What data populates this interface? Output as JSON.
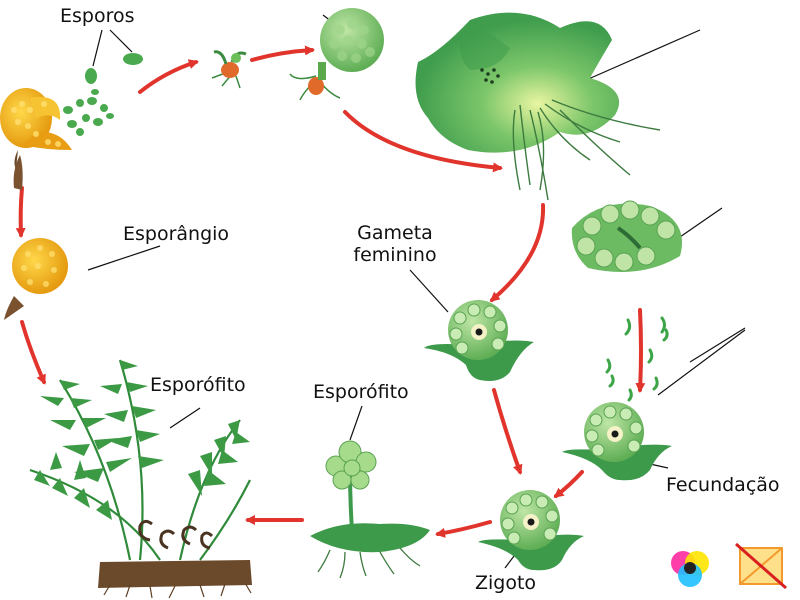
{
  "labels": {
    "esporos": "Esporos",
    "esporangio": "Esporângio",
    "gameta_feminino_1": "Gameta",
    "gameta_feminino_2": "feminino",
    "esporofito_adulto": "Esporófito",
    "esporofito_jovem": "Esporófito",
    "fecundacao": "Fecundação",
    "zigoto": "Zigoto"
  },
  "colors": {
    "arrow": "#e0342c",
    "leaf_dark": "#2f8a3a",
    "leaf_light": "#7cc06a",
    "thallus": "#4fae5a",
    "sporangium": "#f2b51d",
    "root": "#6b4a2b"
  },
  "icons": [
    "color-wheel-icon",
    "no-print-icon"
  ]
}
